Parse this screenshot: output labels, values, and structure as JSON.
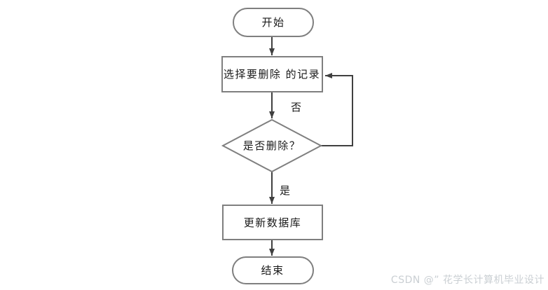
{
  "flowchart": {
    "title": "delete-record-flowchart",
    "nodes": {
      "start": {
        "label": "开始",
        "type": "terminator"
      },
      "select_record": {
        "label": "选择要删除 的记录",
        "type": "process"
      },
      "decision": {
        "label": "是否删除？",
        "type": "decision"
      },
      "update_db": {
        "label": "更新数据库",
        "type": "process"
      },
      "end": {
        "label": "结束",
        "type": "terminator"
      }
    },
    "edge_labels": {
      "no": "否",
      "yes": "是"
    },
    "colors": {
      "shape_border": "#7f7f7f",
      "arrow": "#404040",
      "text": "#1a1a1a",
      "background": "#ffffff"
    }
  },
  "watermark": {
    "text": "CSDN @” 花学长计算机毕业设计",
    "color": "#cacfd3"
  }
}
